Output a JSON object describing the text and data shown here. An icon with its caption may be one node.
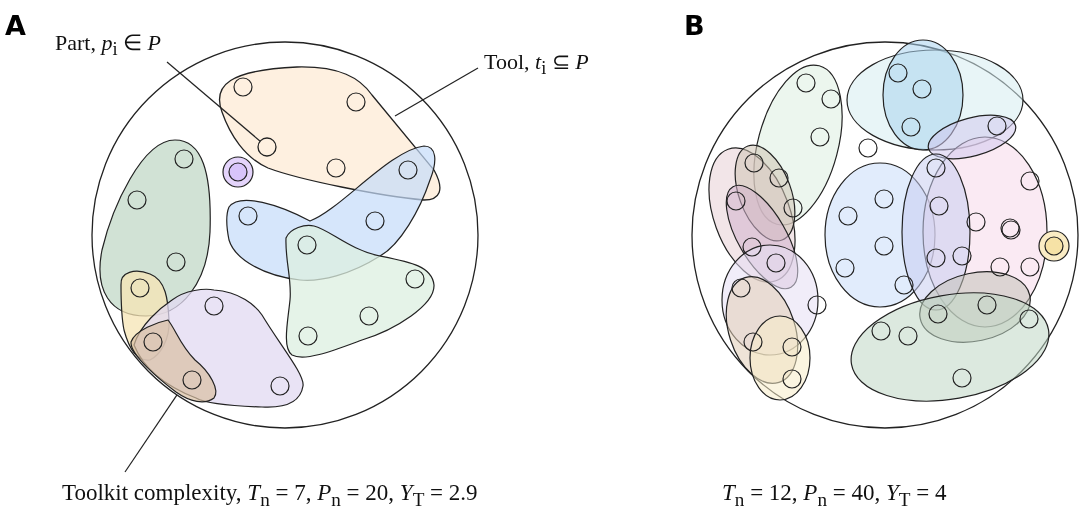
{
  "diagram": {
    "nodes": [
      {
        "text": [
          "Part, *p*$_{i}$ ∈ *P*"
        ]
      },
      {
        "text": [
          "Tool, *t*$_{i}$ ⊆ *P*"
        ]
      },
      {
        "text": [
          "Toolkit complexity, *T*$_{n}$ = 7, *P*$_{n}$ = 20, *Y*$_{T}$ = 2.9"
        ]
      },
      {
        "text": [],
        "shape": "circle"
      },
      {
        "text": [],
        "shape": "blob",
        "in": 3
      },
      {
        "text": [],
        "shape": "circle",
        "in": 4
      }
    ],
    "edges": [
      {
        "from": 0,
        "to": 5,
        "arrow": "none"
      },
      {
        "from": 1,
        "to": 4,
        "arrow": "none"
      },
      {
        "from": 2,
        "to": 3,
        "arrow": "none"
      }
    ],
    "labels": [
      "A",
      "B",
      "*T*$_{n}$ = 12, *P*$_{n}$ = 40, *Y*$_{T}$ = 4"
    ]
  }
}
